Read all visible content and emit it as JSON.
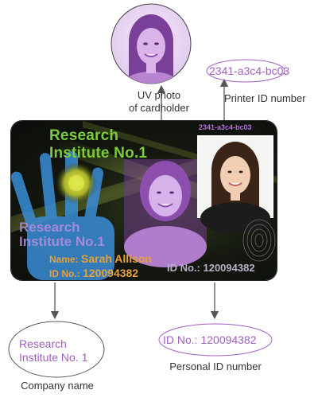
{
  "diagram": {
    "uv_caption_line1": "UV photo",
    "uv_caption_line2": "of cardholder",
    "printer_id_value": "2341-a3c4-bc03",
    "printer_id_caption": "Printer ID number",
    "company_name_line1": "Research",
    "company_name_line2": "Institute No. 1",
    "company_name_caption": "Company name",
    "personal_id_value": "ID No.: 120094382",
    "personal_id_caption": "Personal ID number"
  },
  "card": {
    "title_line1": "Research",
    "title_line2": "Institute No.1",
    "uv_title_line1": "Research",
    "uv_title_line2": "Institute No.1",
    "name_label": "Name:",
    "name_value": "Sarah Allison",
    "id_label": "ID No.:",
    "id_value": "120094382",
    "id_full": "ID No.: 120094382",
    "printer_id": "2341-a3c4-bc03"
  },
  "colors": {
    "accent_purple": "#a15fc0",
    "card_green": "#7ccc3a",
    "card_orange": "#e6a23a"
  }
}
